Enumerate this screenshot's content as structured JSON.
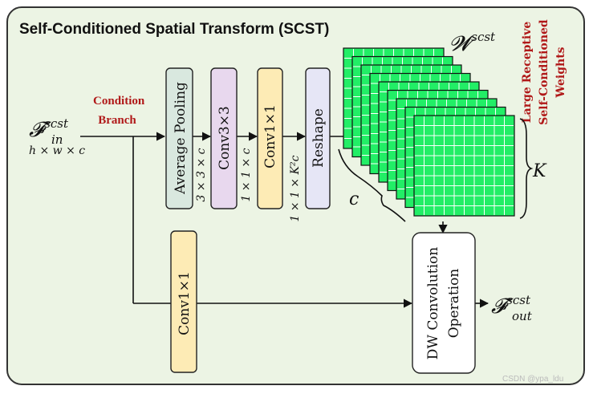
{
  "title": "Self-Conditioned Spatial Transform (SCST)",
  "input": {
    "symbol": "𝓕",
    "superscript": "scst",
    "subscript": "in",
    "shape": "h × w × c"
  },
  "output": {
    "symbol": "𝓕",
    "superscript": "scst",
    "subscript": "out"
  },
  "condition_branch": [
    "Condition",
    "Branch"
  ],
  "blocks": {
    "avg_pool": {
      "label": "Average Pooling",
      "out_dim": "3 × 3 × c",
      "color": "#d9e8df"
    },
    "conv3": {
      "label": "Conv3×3",
      "out_dim": "1 × 1 × c",
      "color": "#e8d8ee"
    },
    "conv1_top": {
      "label": "Conv1×1",
      "out_dim": "1 × 1 × K²c",
      "color": "#fdebb5"
    },
    "reshape": {
      "label": "Reshape",
      "color": "#e6e6f6"
    },
    "conv1_bottom": {
      "label": "Conv1×1",
      "color": "#fdebb5"
    },
    "dw_conv": {
      "label_lines": [
        "DW Convolution",
        "Operation"
      ],
      "color": "#ffffff"
    }
  },
  "weights": {
    "symbol": "𝓦",
    "superscript": "scst",
    "c_label": "c",
    "k_label": "K",
    "side_text": [
      "Large Receptive",
      "Self-Conditioned",
      "Weights"
    ],
    "grid_color": "#22ee66",
    "side_text_color": "#b01818"
  },
  "colors": {
    "panel_bg": "#ecf4e4",
    "panel_border": "#333333",
    "accent_red": "#b01818"
  },
  "watermark": "CSDN @ypa_ldu"
}
